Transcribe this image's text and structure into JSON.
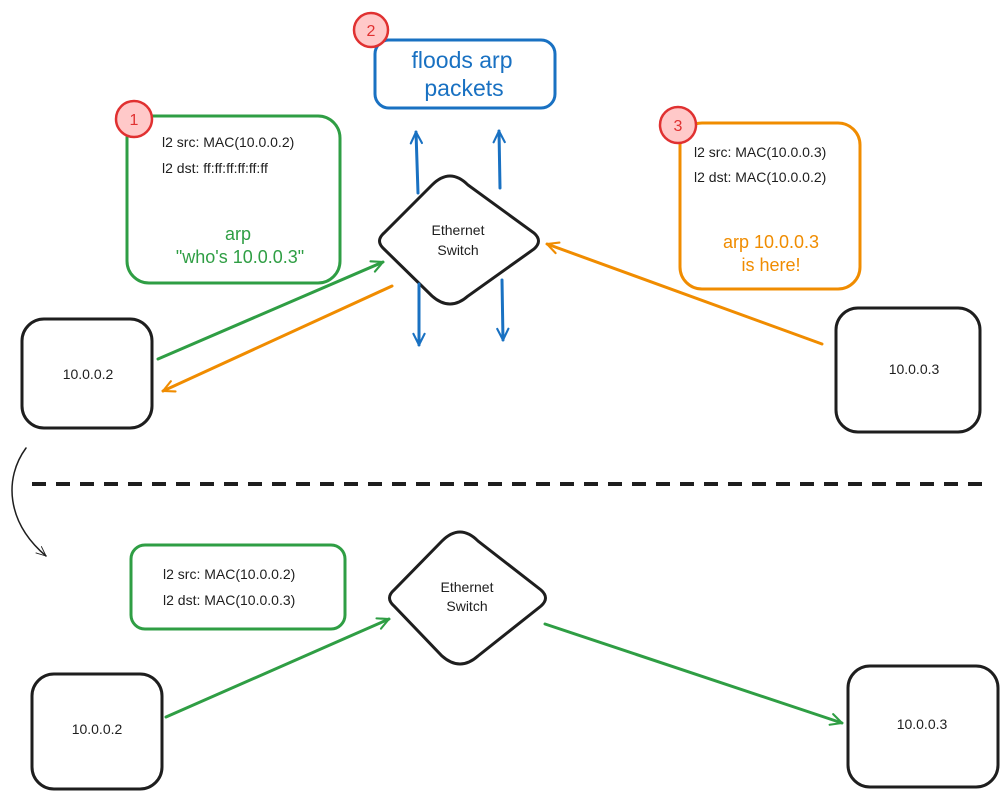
{
  "colors": {
    "ink": "#1e1e1e",
    "green": "#2f9e44",
    "blue": "#1971c2",
    "orange": "#f08c00",
    "badge_fill": "#ffc9c9",
    "badge_stroke": "#e03131"
  },
  "top": {
    "host_left": "10.0.0.2",
    "host_right": "10.0.0.3",
    "switch_line1": "Ethernet",
    "switch_line2": "Switch",
    "flood_line1": "floods arp",
    "flood_line2": "packets",
    "step1": {
      "badge": "1",
      "src": "l2 src: MAC(10.0.0.2)",
      "dst": "l2 dst: ff:ff:ff:ff:ff:ff",
      "msg_line1": "arp",
      "msg_line2": "\"who's 10.0.0.3\""
    },
    "step2": {
      "badge": "2"
    },
    "step3": {
      "badge": "3",
      "src": "l2 src: MAC(10.0.0.3)",
      "dst": "l2 dst: MAC(10.0.0.2)",
      "msg_line1": "arp 10.0.0.3",
      "msg_line2": "is here!"
    }
  },
  "bottom": {
    "host_left": "10.0.0.2",
    "host_right": "10.0.0.3",
    "switch_line1": "Ethernet",
    "switch_line2": "Switch",
    "frame": {
      "src": "l2 src: MAC(10.0.0.2)",
      "dst": "l2 dst: MAC(10.0.0.3)"
    }
  }
}
